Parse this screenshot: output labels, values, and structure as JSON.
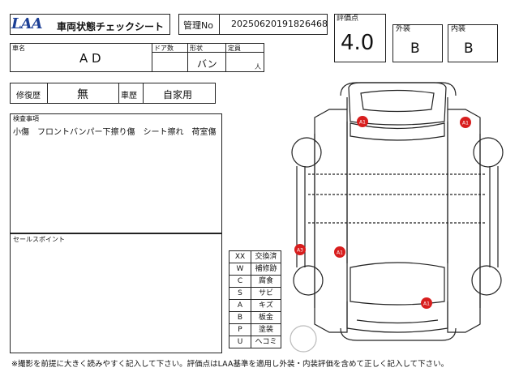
{
  "header": {
    "logo_text": "LAA",
    "title": "車両状態チェックシート",
    "mgmt_label": "管理No",
    "mgmt_no": "20250620191826468",
    "score_label": "評価点",
    "score": "4.0",
    "exterior_label": "外装",
    "exterior": "B",
    "interior_label": "内装",
    "interior": "B"
  },
  "vehicle": {
    "name_label": "車名",
    "name": "A D",
    "doors_label": "ドア数",
    "doors": "",
    "shape_label": "形状",
    "shape": "バン",
    "capacity_label": "定員",
    "capacity_unit": "人"
  },
  "history": {
    "repair_label": "修復歴",
    "repair": "無",
    "usage_label": "車歴",
    "usage": "自家用"
  },
  "inspection": {
    "label": "検査事項",
    "text": "小傷　フロントバンパー下擦り傷　シート擦れ　荷室傷"
  },
  "sales": {
    "label": "セールスポイント",
    "text": ""
  },
  "legend": [
    {
      "code": "XX",
      "meaning": "交換済"
    },
    {
      "code": "W",
      "meaning": "補修跡"
    },
    {
      "code": "C",
      "meaning": "腐食"
    },
    {
      "code": "S",
      "meaning": "サビ"
    },
    {
      "code": "A",
      "meaning": "キズ"
    },
    {
      "code": "B",
      "meaning": "板金"
    },
    {
      "code": "P",
      "meaning": "塗装"
    },
    {
      "code": "U",
      "meaning": "ヘコミ"
    }
  ],
  "damage_marks": [
    "A1",
    "A1",
    "A3",
    "A1",
    "A1"
  ],
  "colors": {
    "logo": "#1c3f95",
    "damage_mark": "#d81e1e"
  },
  "footer": {
    "note": "※撮影を前提に大きく読みやすく記入して下さい。評価点はLAA基準を適用し外装・内装評価を含めて正しく記入して下さい。"
  }
}
